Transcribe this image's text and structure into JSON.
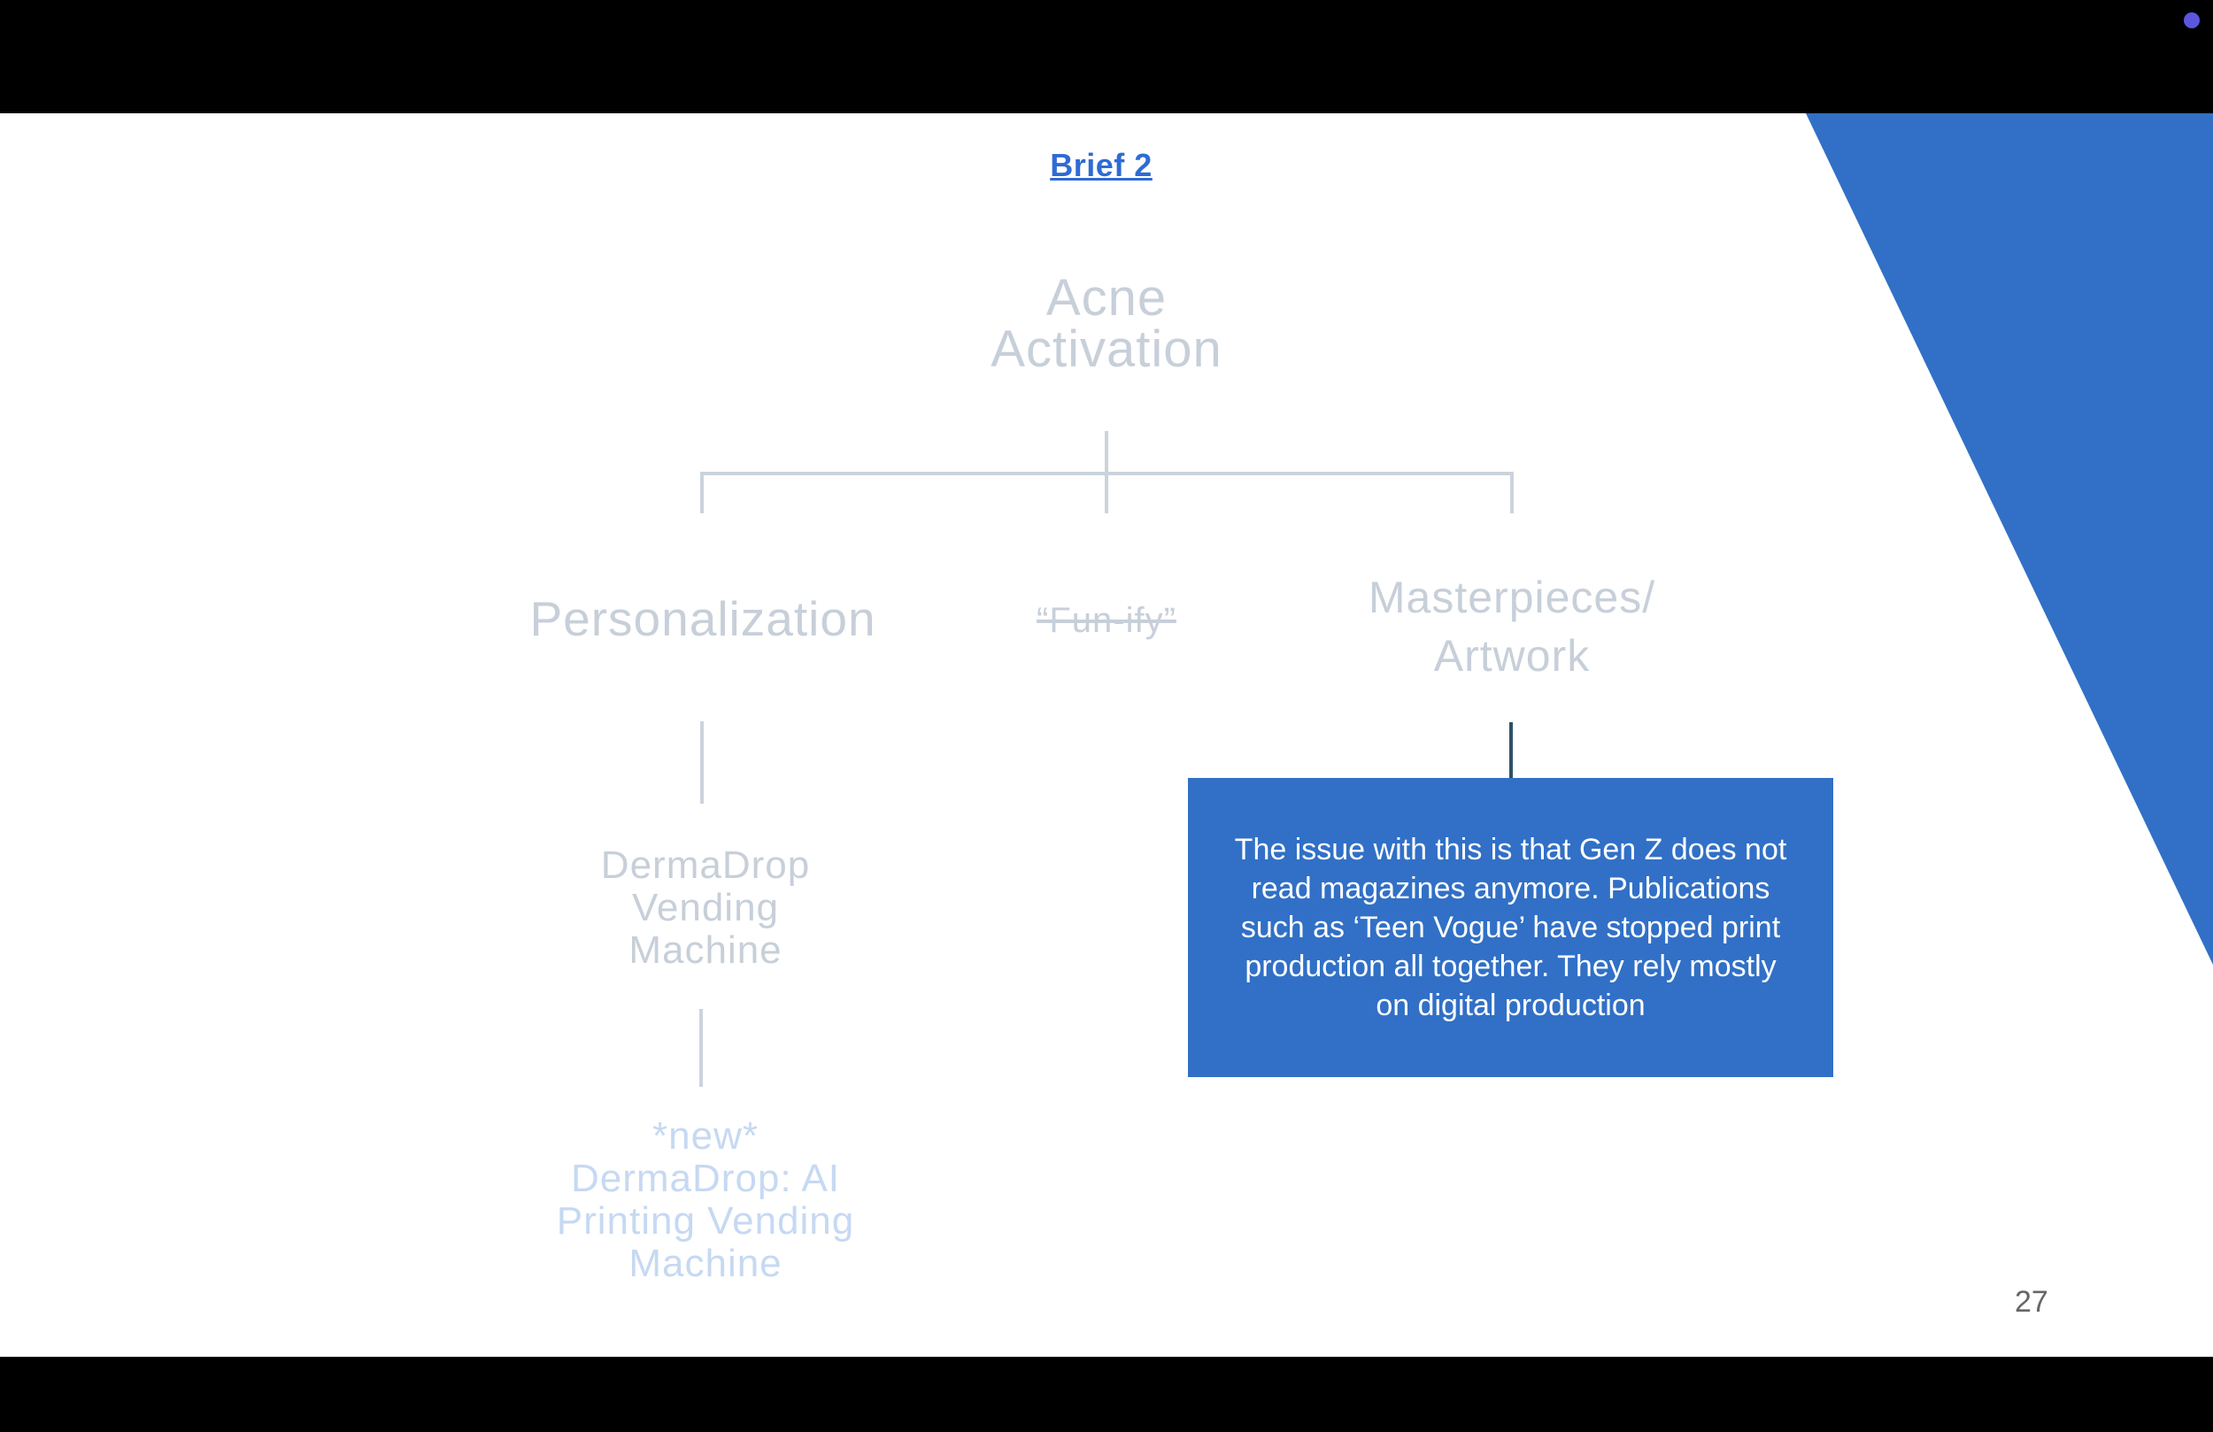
{
  "link": {
    "label": "Brief 2"
  },
  "tree": {
    "root": {
      "lines": [
        "Acne",
        "Activation"
      ]
    },
    "children": {
      "personalization": {
        "label": "Personalization"
      },
      "funify": {
        "label": "“Fun-ify”",
        "strikethrough": true
      },
      "masterpieces": {
        "lines": [
          "Masterpieces/",
          "Artwork"
        ]
      }
    },
    "personalization_branch": {
      "dermadrop": {
        "lines": [
          "DermaDrop",
          "Vending",
          "Machine"
        ]
      },
      "new_dermadrop": {
        "lines": [
          "*new*",
          "DermaDrop: AI",
          "Printing Vending",
          "Machine"
        ]
      }
    }
  },
  "callout": {
    "lines": [
      "The issue with this is that Gen Z does not",
      "read magazines anymore. Publications",
      "such as ‘Teen Vogue’ have stopped print",
      "production all together. They rely mostly",
      "on digital production"
    ]
  },
  "page": {
    "number": "27"
  },
  "colors": {
    "blue": "#3170c6",
    "link-blue": "#2e6bd4",
    "gray-text": "#c7cfd9",
    "line-gray": "#cbd3db",
    "light-blue-text": "#c6d9f2",
    "dark-line": "#2f5168",
    "dot-color": "#5a56e0",
    "page-num": "#666666"
  }
}
